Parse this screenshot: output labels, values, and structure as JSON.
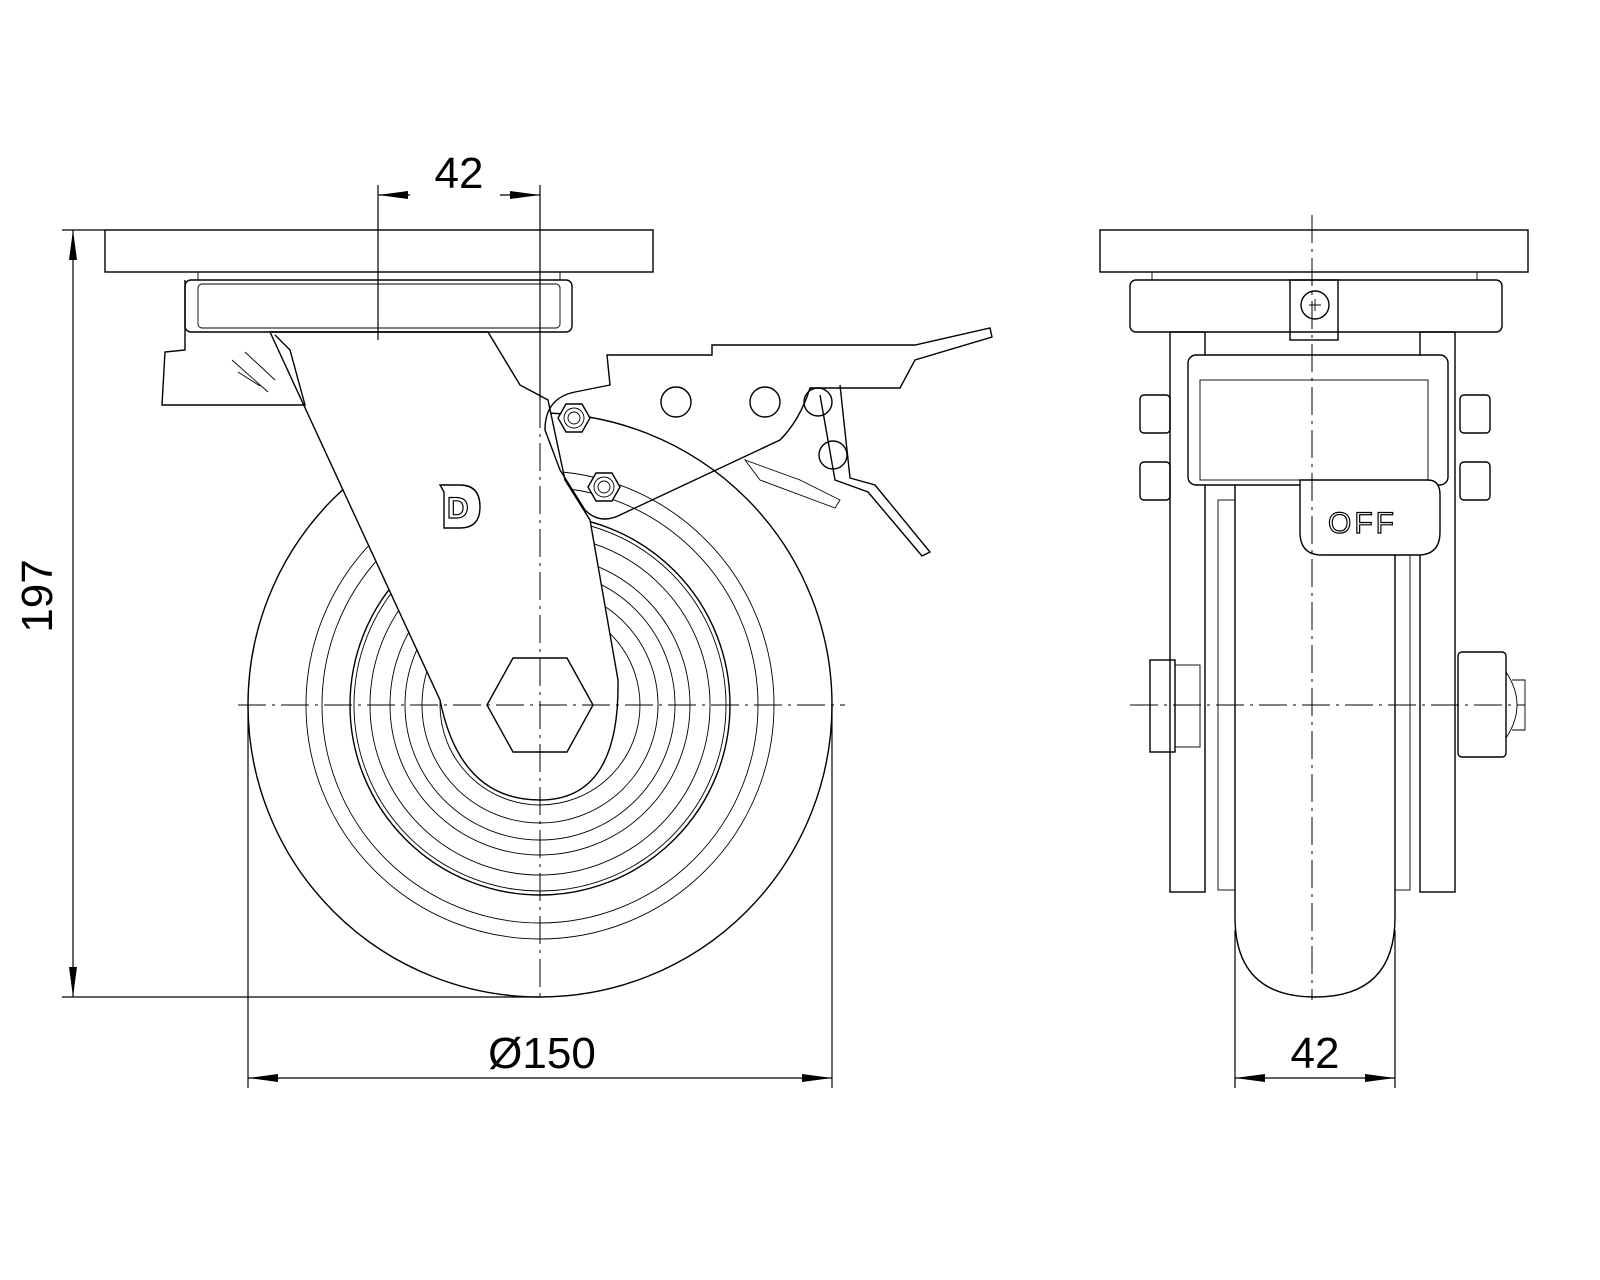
{
  "drawing": {
    "side_view": {
      "offset_dimension": "42",
      "height_dimension": "197",
      "wheel_diameter_dimension": "Ø150",
      "logo_letter": "D"
    },
    "front_view": {
      "width_dimension": "42",
      "brake_label": "OFF"
    },
    "line_color": "#000000",
    "background_color": "#ffffff"
  }
}
